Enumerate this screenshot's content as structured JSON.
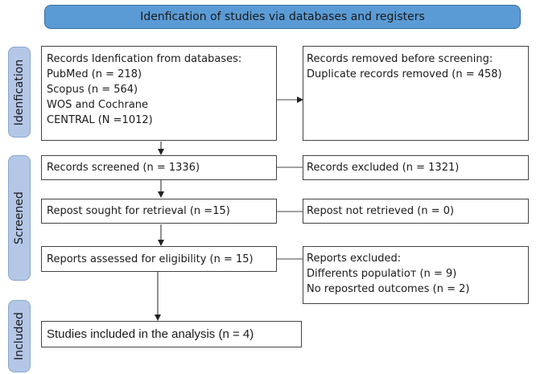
{
  "header": {
    "title": "Idenfication of studies via databases and registers"
  },
  "stages": {
    "identification": "Idenfication",
    "screened": "Screened",
    "included": "Included"
  },
  "boxes": {
    "records_identified": [
      "Records Idenfication from databases:",
      "PubMed (n = 218)",
      "Scopus (n = 564)",
      "WOS and Cochrane",
      "CENTRAL (N =1012)"
    ],
    "records_removed": [
      "Records removed before screening:",
      "Duplicate records removed (n = 458)"
    ],
    "records_screened": "Records  screened (n = 1336)",
    "records_excluded": "Records  excluded (n = 1321)",
    "sought_retrieval": "Repost sought for retrieval (n =15)",
    "not_retrieved": "Repost not retrieved (n = 0)",
    "assessed_eligibility": "Reports assessed for eligibility (n = 15)",
    "reports_excluded": [
      "Reports excluded:",
      "Differents populatioт (n = 9)",
      "No reposrted outcomes (n = 2)"
    ],
    "studies_included": "Studies included in the analysis (n = 4)"
  }
}
